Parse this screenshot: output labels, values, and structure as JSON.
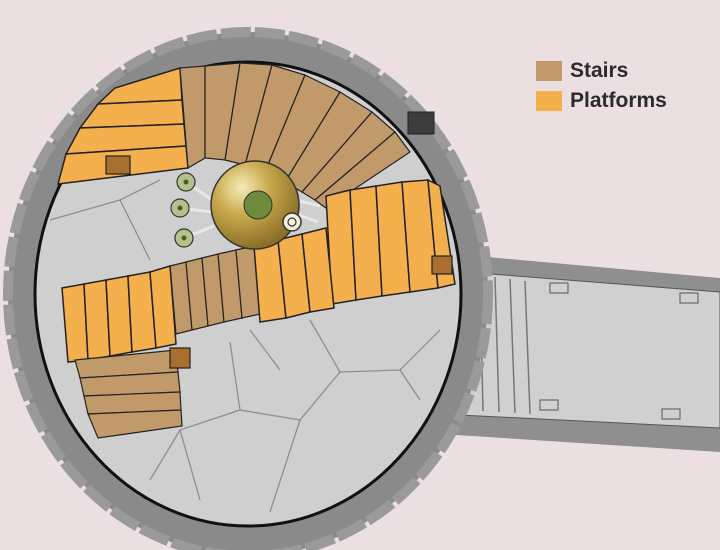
{
  "colors": {
    "background": "#ecdfe1",
    "wall": "#8a8a8a",
    "floor": "#cfcfcf",
    "stairs": "#c19a6b",
    "platforms": "#f5b04e",
    "dome": "#c2a44a",
    "dome_center": "#6e8a3c",
    "node": "#b5c18a",
    "crate": "#a86f2e",
    "dark_block": "#3d3d3d"
  },
  "legend": [
    {
      "label": "Stairs",
      "color": "#c19a6b",
      "icon": "stairs-swatch"
    },
    {
      "label": "Platforms",
      "color": "#f5b04e",
      "icon": "platforms-swatch"
    }
  ]
}
